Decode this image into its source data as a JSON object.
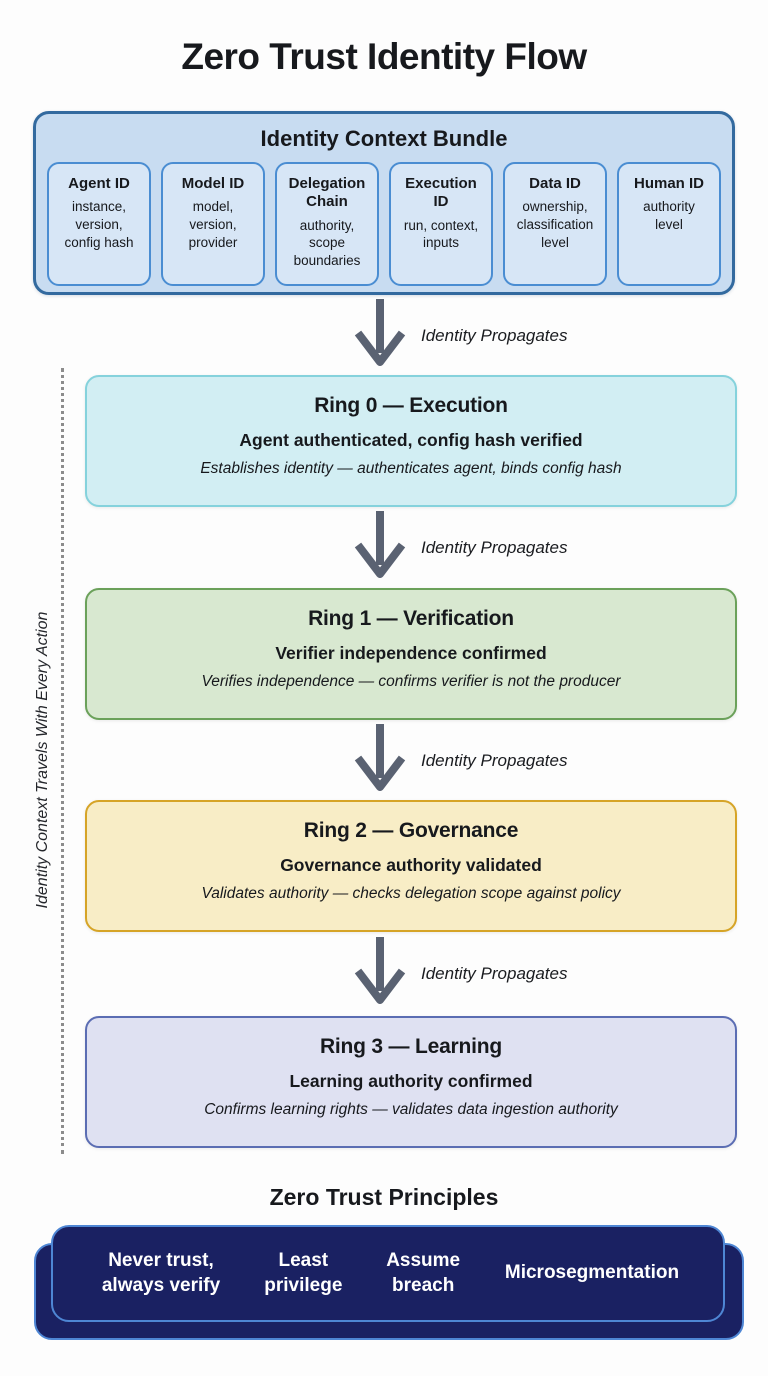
{
  "title": "Zero Trust Identity Flow",
  "labels": {
    "identity_propagates": "Identity Propagates",
    "side_rail": "Identity Context Travels With Every Action"
  },
  "colors": {
    "arrow": "#5a6272",
    "background": "#fdfdfd"
  },
  "bundle": {
    "title": "Identity Context Bundle",
    "fill": "#c8dcf1",
    "border": "#336a9f",
    "card_fill": "#d7e6f6",
    "card_border": "#4a8dd2",
    "cards": [
      {
        "title": "Agent ID",
        "desc": "instance, version, config hash"
      },
      {
        "title": "Model ID",
        "desc": "model, version, provider"
      },
      {
        "title": "Delegation Chain",
        "desc": "authority, scope boundaries"
      },
      {
        "title": "Execution ID",
        "desc": "run, context, inputs"
      },
      {
        "title": "Data ID",
        "desc": "ownership, classification level"
      },
      {
        "title": "Human ID",
        "desc": "authority level"
      }
    ]
  },
  "rings": [
    {
      "title": "Ring 0 — Execution",
      "subtitle": "Agent authenticated, config hash verified",
      "detail": "Establishes identity — authenticates agent, binds config hash",
      "fill": "#d2eef3",
      "border": "#85d2dc"
    },
    {
      "title": "Ring 1 — Verification",
      "subtitle": "Verifier independence confirmed",
      "detail": "Verifies independence — confirms verifier is not the producer",
      "fill": "#d8e8d0",
      "border": "#6ba15a"
    },
    {
      "title": "Ring 2 — Governance",
      "subtitle": "Governance authority validated",
      "detail": "Validates authority — checks delegation scope against policy",
      "fill": "#f8edc6",
      "border": "#d6a427"
    },
    {
      "title": "Ring 3 — Learning",
      "subtitle": "Learning authority confirmed",
      "detail": "Confirms learning rights — validates data ingestion authority",
      "fill": "#dfe1f2",
      "border": "#5b6db3"
    }
  ],
  "principles": {
    "heading": "Zero Trust Principles",
    "panel_fill": "#1a2162",
    "panel_border": "#4e86d4",
    "text_color": "#ffffff",
    "items": [
      "Never trust, always verify",
      "Least privilege",
      "Assume breach",
      "Microsegmentation"
    ]
  }
}
